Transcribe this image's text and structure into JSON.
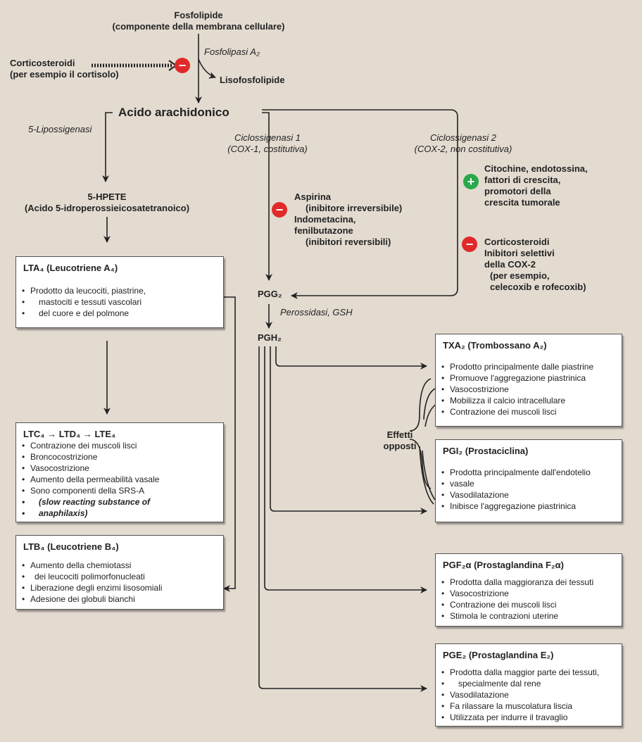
{
  "top": {
    "phospholipid": "Fosfolipide",
    "phospholipid_sub": "(componente della membrana cellulare)",
    "corticosteroids": "Corticosteroidi",
    "corticosteroids_sub": "(per esempio il cortisolo)",
    "phospholipase": "Fosfolipasi A₂",
    "lysophospholipid": "Lisofosfolipide",
    "arachidonic": "Acido arachidonico"
  },
  "enzymes": {
    "lipoxygenase": "5-Lipossigenasi",
    "cox1_line1": "Ciclossigenasi 1",
    "cox1_line2": "(COX-1, costitutiva)",
    "cox2_line1": "Ciclossigenasi 2",
    "cox2_line2": "(COX-2, non costitutiva)",
    "peroxidase": "Perossidasi, GSH"
  },
  "hpete": {
    "name": "5-HPETE",
    "full": "(Acido 5-idroperossieicosatetranoico)"
  },
  "inhibitors": {
    "aspirin": "Aspirina",
    "aspirin_sub": "(inibitore irreversibile)",
    "indomethacin": "Indometacina,",
    "phenylbutazone": "fenilbutazone",
    "reversible": "(inibitori reversibili)",
    "stimulators": [
      "Citochine, endotossina,",
      "fattori di crescita,",
      "promotori della",
      "crescita tumorale"
    ],
    "cox2_inhib": [
      "Corticosteroidi",
      "Inibitori selettivi",
      "della COX-2",
      "(per esempio,",
      "celecoxib e rofecoxib)"
    ]
  },
  "intermediates": {
    "pgg2": "PGG₂",
    "pgh2": "PGH₂"
  },
  "opposite_effects": [
    "Effetti",
    "opposti"
  ],
  "boxes": {
    "lta4": {
      "title": "LTA₄ (Leucotriene A₄)",
      "items": [
        "Prodotto da leucociti, piastrine,",
        "mastociti e tessuti vascolari",
        "del cuore e del polmone"
      ]
    },
    "ltc4": {
      "title": "LTC₄ → LTD₄ → LTE₄",
      "items": [
        "Contrazione dei muscoli lisci",
        "Broncocostrizione",
        "Vasocostrizione",
        "Aumento della permeabilità vasale",
        "Sono componenti della SRS-A"
      ],
      "note1": "(slow reacting substance of",
      "note2": "anaphilaxis)"
    },
    "ltb4": {
      "title": "LTB₄ (Leucotriene B₄)",
      "items": [
        "Aumento della chemiotassi",
        "dei leucociti polimorfonucleati",
        "Liberazione degli enzimi lisosomiali",
        "Adesione dei globuli bianchi"
      ]
    },
    "txa2": {
      "title": "TXA₂ (Trombossano A₂)",
      "items": [
        "Prodotto principalmente dalle piastrine",
        "Promuove l'aggregazione piastrinica",
        "Vasocostrizione",
        "Mobilizza il calcio intracellulare",
        "Contrazione dei muscoli lisci"
      ]
    },
    "pgi2": {
      "title": "PGI₂ (Prostaciclina)",
      "items": [
        "Prodotta principalmente dall'endotelio",
        "vasale",
        "Vasodilatazione",
        "Inibisce l'aggregazione piastrinica"
      ]
    },
    "pgf2a": {
      "title": "PGF₂α (Prostaglandina F₂α)",
      "items": [
        "Prodotta dalla maggioranza dei tessuti",
        "Vasocostrizione",
        "Contrazione dei muscoli lisci",
        "Stimola le contrazioni uterine"
      ]
    },
    "pge2": {
      "title": "PGE₂ (Prostaglandina E₂)",
      "items": [
        "Prodotta dalla maggior parte dei tessuti,",
        "specialmente dal rene",
        "Vasodilatazione",
        "Fa rilassare la muscolatura liscia",
        "Utilizzata per indurre il travaglio"
      ]
    }
  }
}
